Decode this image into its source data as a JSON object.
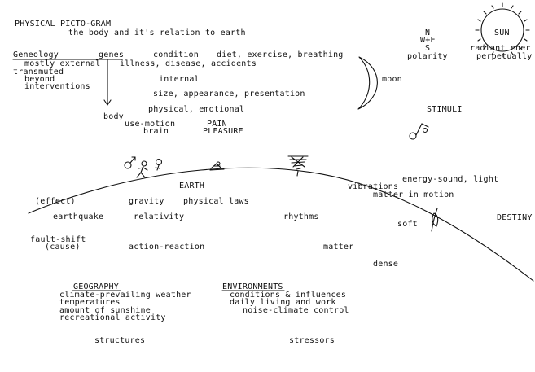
{
  "title": "PHYSICAL PICTO-GRAM",
  "subtitle": "the body and it's relation to earth",
  "body_chain": {
    "geneology": "Geneology",
    "genes": "genes",
    "condition": "condition",
    "factors": "diet, exercise, breathing",
    "mostly_external": "mostly external",
    "illness": "illness, disease, accidents",
    "transmuted": "transmuted",
    "beyond": "beyond",
    "interventions": "interventions",
    "internal": "internal",
    "size": "size, appearance, presentation",
    "physical": "physical, emotional",
    "body": "body",
    "use_motion": "use-motion",
    "brain": "brain",
    "pain": "PAIN",
    "pleasure": "PLEASURE"
  },
  "compass": {
    "n": "N",
    "we": "W+E",
    "s": "S",
    "polarity": "polarity"
  },
  "sun": {
    "label": "SUN",
    "radiant": "radiant ener",
    "perpetually": "perpetually"
  },
  "moon": "moon",
  "stimuli": "STIMULI",
  "earth": {
    "label": "EARTH",
    "effect": "(effect)",
    "gravity": "gravity",
    "physical_laws": "physical laws",
    "earthquake": "earthquake",
    "relativity": "relativity",
    "rhythms": "rhythms",
    "fault_shift": "fault-shift",
    "cause": "(cause)",
    "action_reaction": "action-reaction",
    "matter": "matter",
    "dense": "dense",
    "vibrations": "vibrations",
    "matter_in_motion": "matter in motion",
    "energy_sound": "energy-sound, light",
    "soft": "soft",
    "destiny": "DESTINY"
  },
  "geography": {
    "heading": "GEOGRAPHY",
    "items": [
      "climate-prevailing weather",
      "temperatures",
      "amount of sunshine",
      "recreational activity"
    ],
    "footer": "structures"
  },
  "environments": {
    "heading": "ENVIRONMENTS",
    "items": [
      "conditions & influences",
      "daily living and work",
      "noise-climate control"
    ],
    "footer": "stressors"
  }
}
